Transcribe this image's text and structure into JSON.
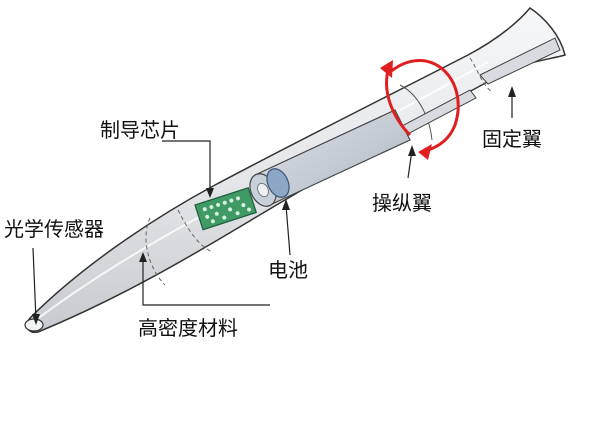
{
  "diagram": {
    "labels": {
      "optical_sensor": "光学传感器",
      "guidance_chip": "制导芯片",
      "battery": "电池",
      "high_density_material": "高密度材料",
      "steering_fins": "操纵翼",
      "fixed_fins": "固定翼"
    },
    "colors": {
      "body_fill": "#e6e8ea",
      "body_shade": "#c9ccd0",
      "chip_green": "#3f9a66",
      "battery_blue": "#7f98b8",
      "rotation_arrow": "#e02020",
      "outline": "#333333"
    }
  }
}
